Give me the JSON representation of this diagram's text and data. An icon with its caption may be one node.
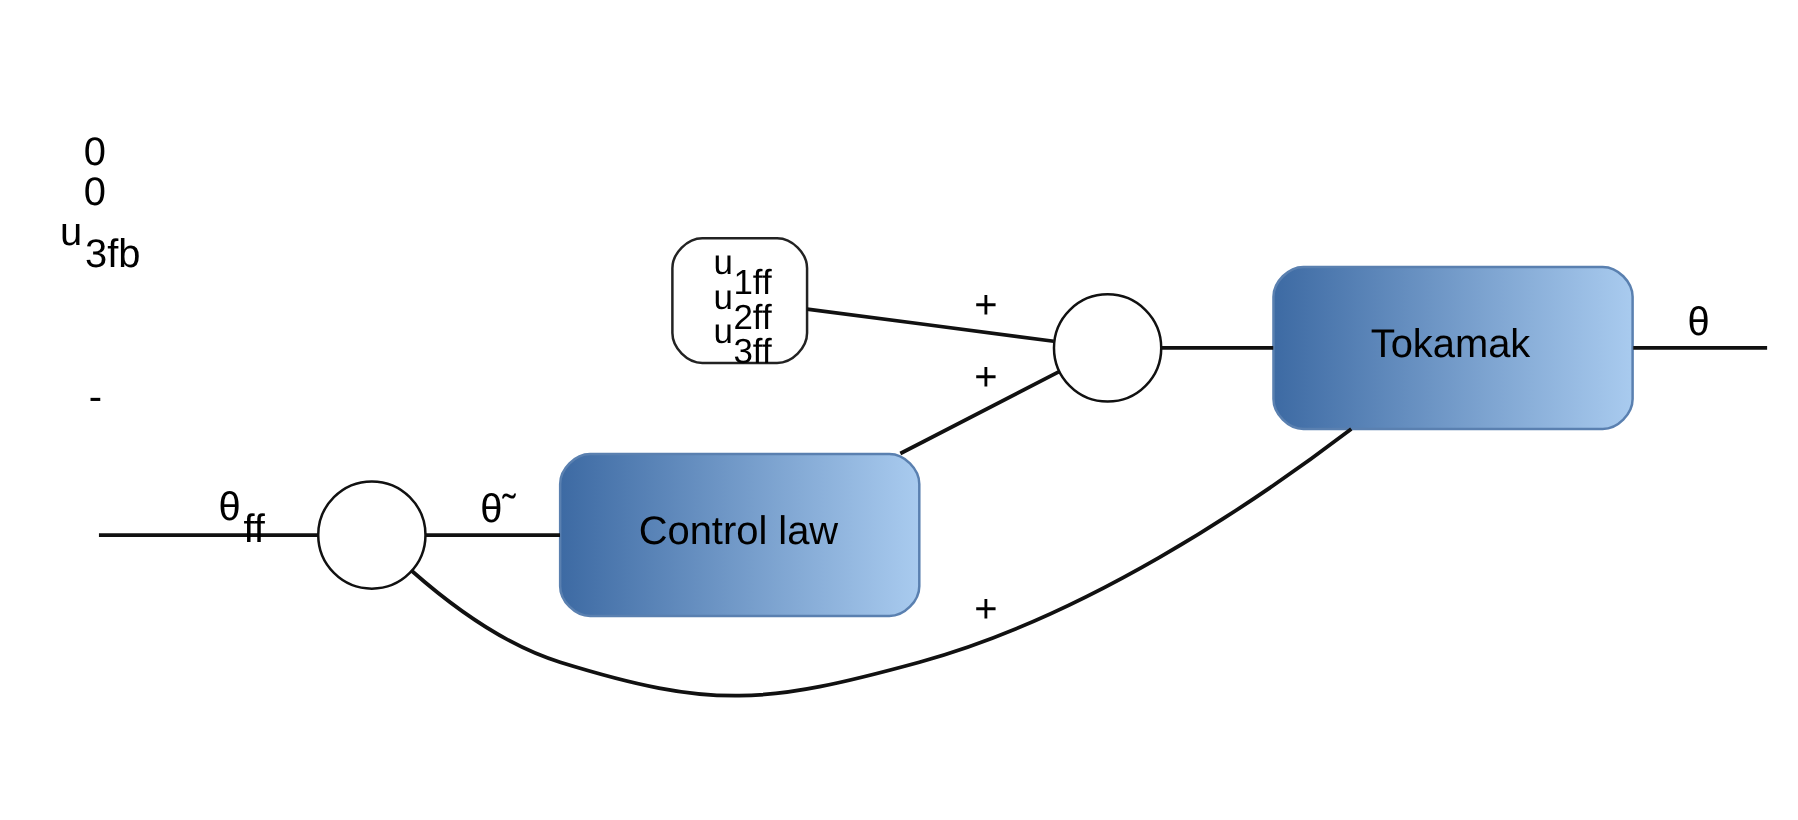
{
  "diagram": {
    "nodes": [
      {
        "text": [],
        "shape": "circle"
      },
      {
        "text": [
          "Control law"
        ]
      },
      {
        "text": [
          "u$_{1ff}$ u$_{2ff}$ u$_{3ff}$"
        ]
      },
      {
        "text": [],
        "shape": "circle"
      },
      {
        "text": [
          "Tokamak"
        ]
      }
    ],
    "edges": [
      {
        "from": null,
        "to": 0,
        "arrow": "none",
        "label": "θ$_{ff}$"
      },
      {
        "from": 0,
        "to": 1,
        "arrow": "none",
        "label": "θ̃"
      },
      {
        "from": 1,
        "to": 3,
        "arrow": "none",
        "label": "+"
      },
      {
        "from": 2,
        "to": 3,
        "arrow": "none",
        "label": "+"
      },
      {
        "from": 3,
        "to": 4,
        "arrow": "none"
      },
      {
        "from": 4,
        "to": null,
        "arrow": "none",
        "label": "θ"
      },
      {
        "from": 4,
        "to": 0,
        "arrow": "none",
        "label": "+"
      }
    ],
    "labels": [
      "-",
      "0 0 u$_{3fb}$"
    ]
  }
}
